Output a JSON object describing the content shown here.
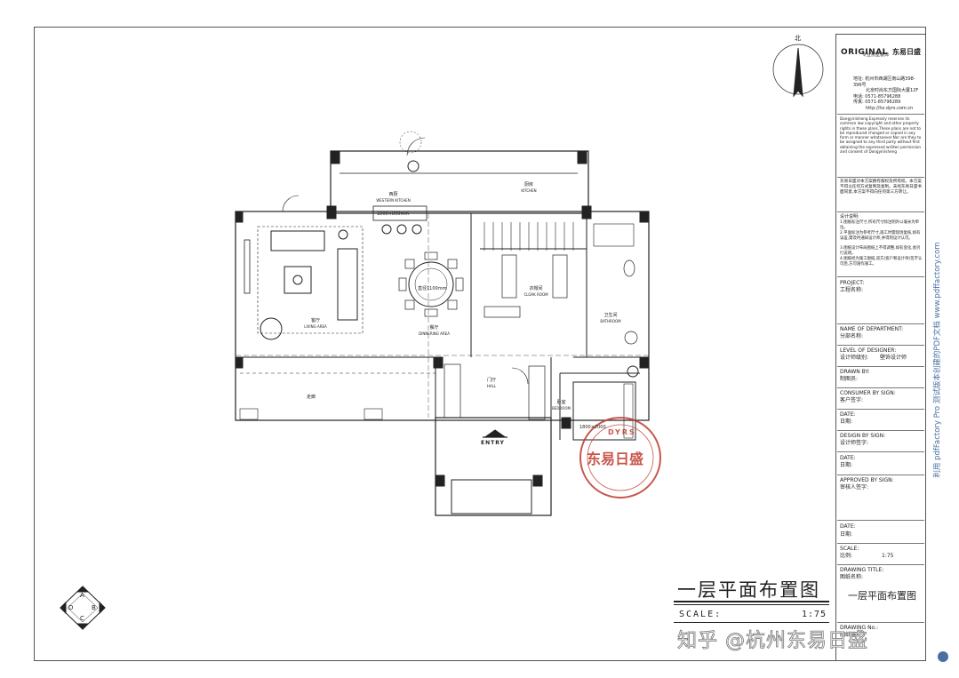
{
  "title_block": {
    "brand": "ORIGINAL",
    "brand_cn": "东易日盛",
    "brand_sub": "专业别墅装饰",
    "address_label": "地址:",
    "address_line1": "杭州市西湖区南山路398-396号",
    "address_line2": "北京时尚东方国际大厦12F",
    "tel_label": "电话:",
    "tel": "0571-85796288",
    "fax_label": "传真:",
    "fax": "0571-85796289",
    "web": "http://hz.dyrs.com.cn",
    "copyright_en": "Dongyiriisheng Expressly reserves its common law copyright and other property rights in these plans.These plans are not to be reproduced changed or copied in any form or manner whatsoever.Nor are they to be assigned to any third party without first obtaining the expressed written permission and consent of Dongyiriisheng",
    "copyright_cn": "东易日盛对本方案拥有版权及所有权。本方案不得以任何方式复制及复制。未经东易日盛书面同意,本方案不得向任何第三方转让。",
    "design_notes_title": "设计说明:",
    "design_notes": [
      "1.图纸标注尺寸,所有尺寸除注明外以毫米为单位。",
      "2.平面标注为参考尺寸,施工时需现场复核,如有误差,需及时通知设计师,并得到设计认可。",
      "3.图纸设计布局图纸上不得调整,如有变化,会另行说明。",
      "4.图纸经为施工图纸,双方(客户和设计师)签字认可后,方可施作施工。"
    ],
    "fields": [
      {
        "en": "PROJECT:",
        "cn": "工程名称:",
        "value": ""
      },
      {
        "en": "NAME OF DEPARTMENT:",
        "cn": "分部名称:",
        "value": ""
      },
      {
        "en": "LEVEL OF DESIGNER:",
        "cn": "设计师级别:",
        "value": "壁饰设计师"
      },
      {
        "en": "DRAWN BY:",
        "cn": "制图员:",
        "value": ""
      },
      {
        "en": "CONSUMER BY SIGN:",
        "cn": "客户签字:",
        "value": ""
      },
      {
        "en": "DATE:",
        "cn": "日期:",
        "value": ""
      },
      {
        "en": "DESIGN BY SIGN:",
        "cn": "设计师签字:",
        "value": ""
      },
      {
        "en": "DATE:",
        "cn": "日期:",
        "value": ""
      },
      {
        "en": "APPROVED BY SIGN:",
        "cn": "审核人签字:",
        "value": ""
      },
      {
        "en": "DATE:",
        "cn": "日期:",
        "value": ""
      },
      {
        "en": "SCALE:",
        "cn": "比例:",
        "value": "1:75"
      },
      {
        "en": "DRAWING TITLE:",
        "cn": "图纸名称:",
        "value": "一层平面布置图"
      },
      {
        "en": "DRAWING No.:",
        "cn": "图纸编号:",
        "value": ""
      }
    ]
  },
  "drawing": {
    "title": "一层平面布置图",
    "scale_label": "SCALE:",
    "scale_value": "1:75",
    "north_label": "北",
    "entry_label": "ENTRY",
    "compass_letters": [
      "A",
      "B",
      "C",
      "D"
    ],
    "rooms": [
      {
        "cn": "客厅",
        "en": "LIVING AREA"
      },
      {
        "cn": "餐厅",
        "en": "DINNERING AREA"
      },
      {
        "cn": "西厨",
        "en": "WESTERN KITCHEN"
      },
      {
        "cn": "厨房",
        "en": "KITCHEN"
      },
      {
        "cn": "衣帽间",
        "en": "CLOAK ROOM"
      },
      {
        "cn": "门厅",
        "en": "HALL"
      },
      {
        "cn": "卧室",
        "en": "BEDROOM"
      },
      {
        "cn": "卫生间",
        "en": "BATHROOM"
      },
      {
        "cn": "走廊",
        "en": ""
      }
    ],
    "bed_size": "1800×2000",
    "table_size": "直径1100mm",
    "island_size": "1800×800mm"
  },
  "stamp": {
    "text": "东易日盛",
    "arc_text": "DYRS"
  },
  "watermark": {
    "zhihu": "知乎 @杭州东易日盛",
    "side": "利用 pdfFactory Pro 测试版本创建的PDF文档 www.pdffactory.com"
  },
  "colors": {
    "stamp": "#c0392b",
    "line": "#222222",
    "side_text": "#4a6fa5"
  }
}
